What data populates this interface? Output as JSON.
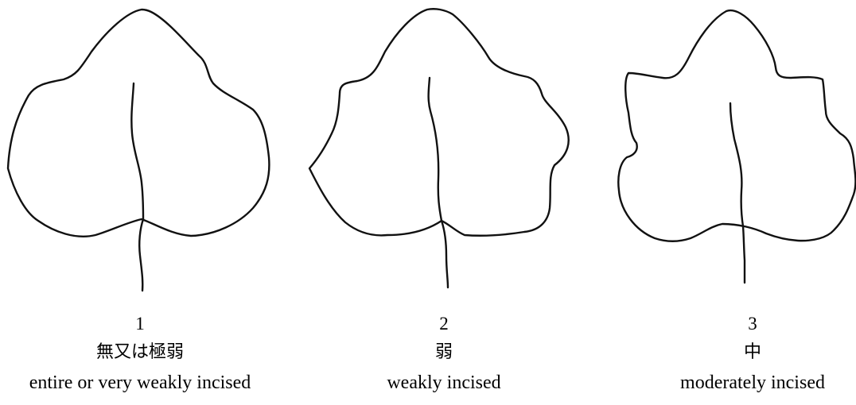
{
  "levels": [
    {
      "number": "1",
      "label_ja": "無又は極弱",
      "label_en": "entire or very weakly incised"
    },
    {
      "number": "2",
      "label_ja": "弱",
      "label_en": "weakly incised"
    },
    {
      "number": "3",
      "label_ja": "中",
      "label_en": "moderately incised"
    }
  ],
  "colors": {
    "line": "#111111",
    "background": "#ffffff"
  }
}
